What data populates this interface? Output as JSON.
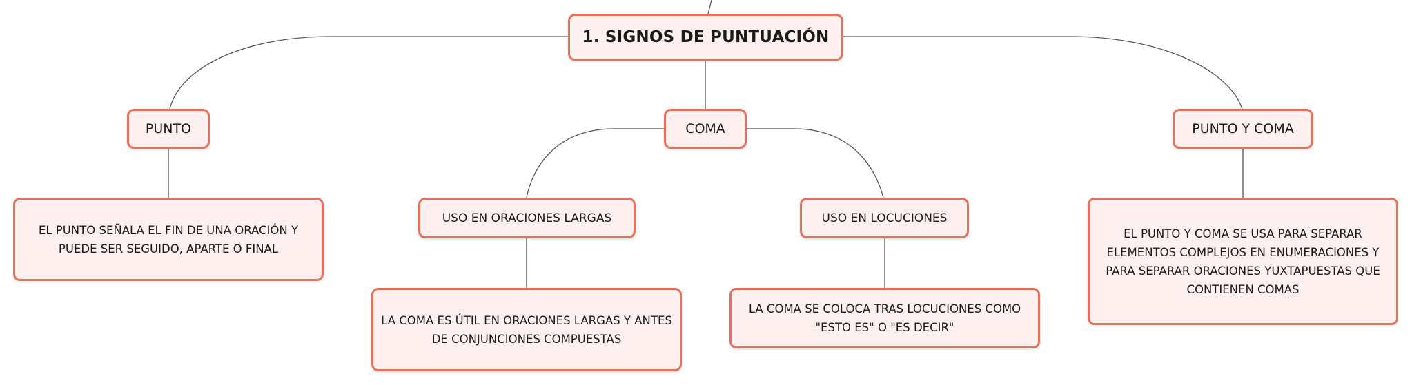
{
  "root": {
    "label": "1. SIGNOS DE PUNTUACIÓN"
  },
  "branches": {
    "punto": {
      "label": "PUNTO",
      "description": "EL PUNTO SEÑALA EL FIN DE UNA ORACIÓN Y PUEDE SER SEGUIDO, APARTE O FINAL"
    },
    "coma": {
      "label": "COMA",
      "children": {
        "oraciones_largas": {
          "label": "USO EN ORACIONES LARGAS",
          "description": "LA COMA ES ÚTIL EN ORACIONES LARGAS Y ANTES DE CONJUNCIONES COMPUESTAS"
        },
        "locuciones": {
          "label": "USO EN LOCUCIONES",
          "description": "LA COMA SE COLOCA TRAS LOCUCIONES COMO \"ESTO ES\" O \"ES DECIR\""
        }
      }
    },
    "punto_y_coma": {
      "label": "PUNTO Y COMA",
      "description": "EL PUNTO Y COMA SE USA PARA SEPARAR ELEMENTOS COMPLEJOS EN ENUMERACIONES Y PARA SEPARAR ORACIONES YUXTAPUESTAS QUE CONTIENEN COMAS"
    }
  },
  "colors": {
    "node_border": "#e8705a",
    "node_fill": "#fdf0ee",
    "connector": "#555555",
    "text": "#1a1a1a"
  }
}
